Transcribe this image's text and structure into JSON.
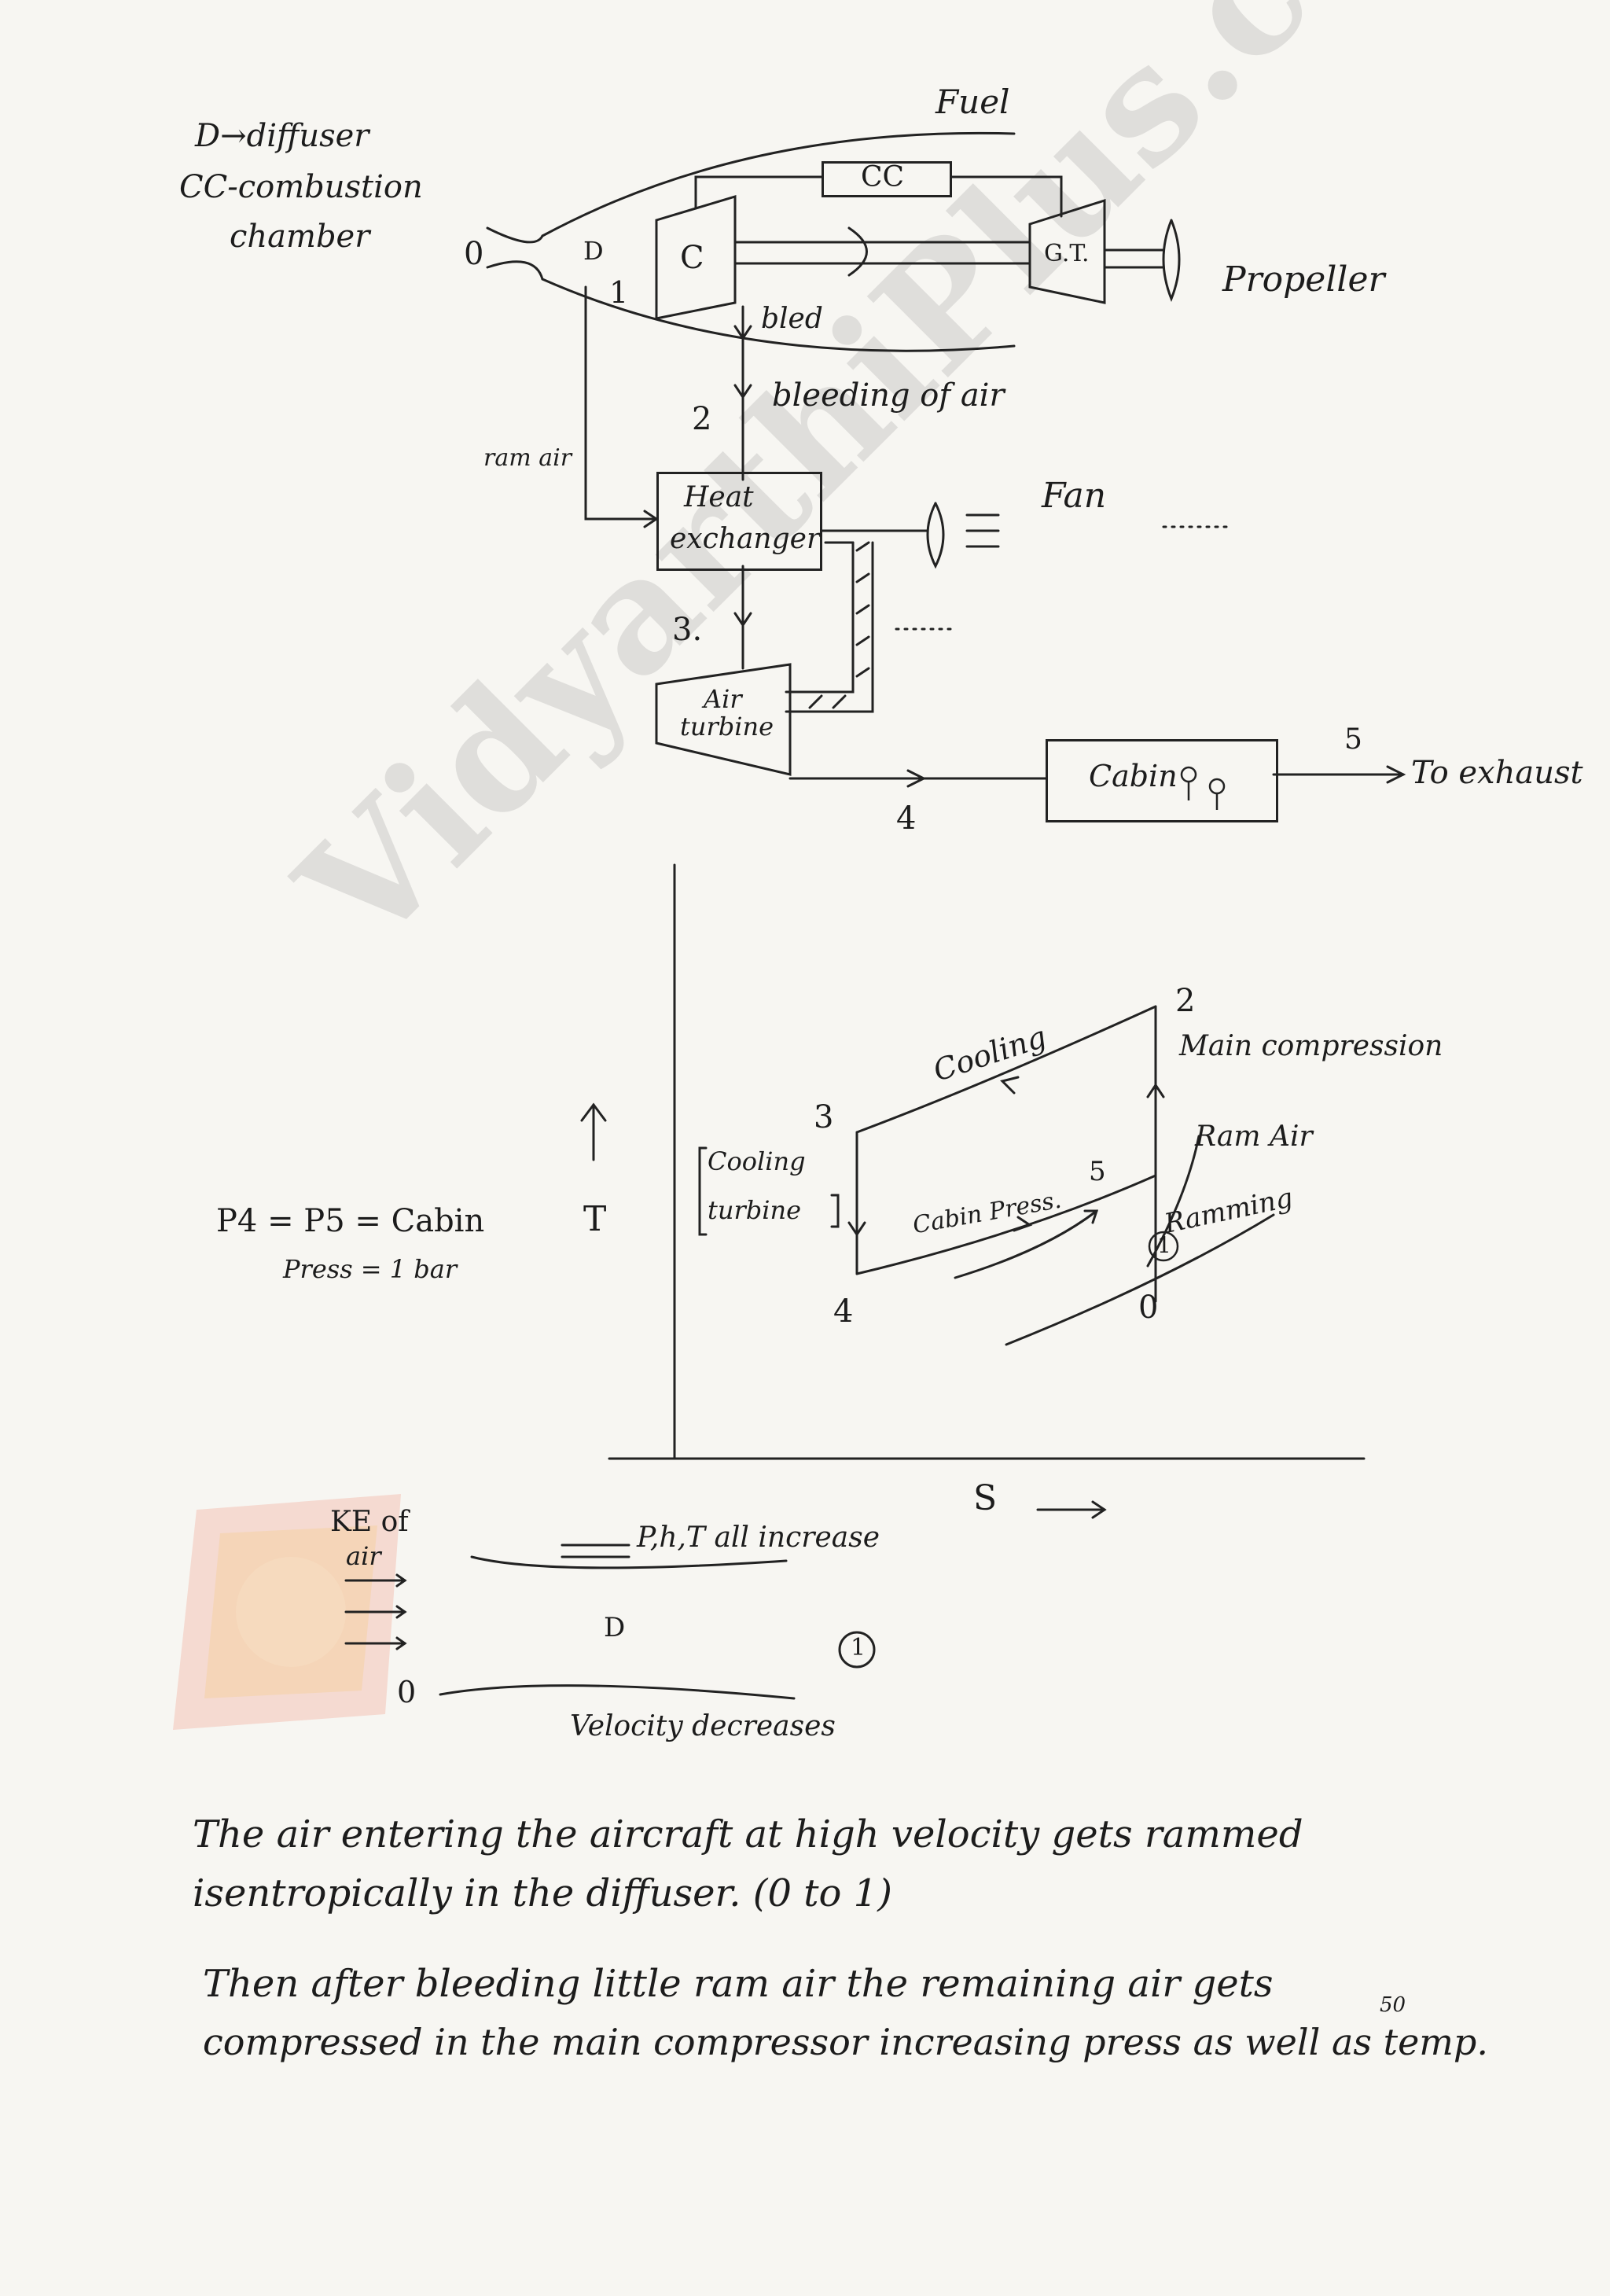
{
  "legend": {
    "d_def": "D→diffuser",
    "cc_def1": "CC-combustion",
    "cc_def2": "chamber"
  },
  "schematic": {
    "fuel": "Fuel",
    "cc": "CC",
    "compressor": "C",
    "gas_turbine": "G.T.",
    "propeller": "Propeller",
    "diffuser": "D",
    "state0": "0",
    "state1": "1",
    "bled": "bled",
    "bleeding": "bleeding of air",
    "state2": "2",
    "ram_air": "ram air",
    "heat_exchanger1": "Heat",
    "heat_exchanger2": "exchanger",
    "fan": "Fan",
    "state3": "3.",
    "air_turbine1": "Air",
    "air_turbine2": "turbine",
    "cabin": "Cabin",
    "state4": "4",
    "state5": "5",
    "exhaust": "To exhaust"
  },
  "ts_diagram": {
    "p_eq1": "P4 = P5 = Cabin",
    "p_eq2": "Press = 1 bar",
    "t_axis": "T",
    "s_axis": "S",
    "p2": "2",
    "main_compression": "Main compression",
    "cooling": "Cooling",
    "p3": "3",
    "cooling_turbine1": "Cooling",
    "cooling_turbine2": "turbine",
    "cabin_press": "Cabin Press.",
    "p5": "5",
    "ram_air": "Ram Air",
    "p1": "1",
    "ramming": "Ramming",
    "p4": "4",
    "p0": "0"
  },
  "diffuser_sketch": {
    "ke1": "KE of",
    "ke2": "air",
    "pht": "P,h,T all increase",
    "d": "D",
    "one": "1",
    "zero": "0",
    "velocity": "Velocity decreases"
  },
  "notes": {
    "line1": "The air entering the aircraft at high velocity gets rammed",
    "line2": "isentropically in the diffuser. (0 to 1)",
    "line3": "Then after bleeding little ram air the remaining air gets",
    "line4": "compressed in the main compressor increasing press as well as temp.",
    "superscript": "50"
  },
  "watermark": "VidyarthiPlus.com"
}
